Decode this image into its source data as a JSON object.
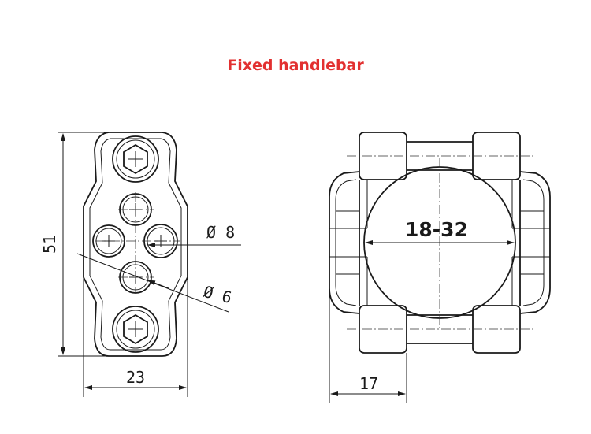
{
  "title": "Fixed handlebar",
  "dimensions": {
    "height": "51",
    "width_front": "23",
    "hole_large": "Ø 8",
    "hole_small": "Ø 6",
    "bar_range": "18-32",
    "width_side": "17"
  }
}
